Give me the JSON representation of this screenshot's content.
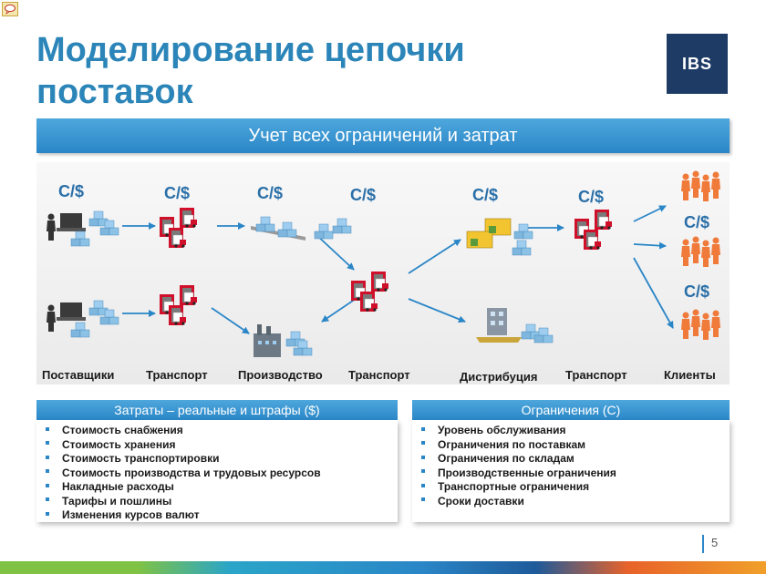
{
  "title": "Моделирование цепочки поставок",
  "logo": {
    "text": "IBS",
    "color": "#1e3b66"
  },
  "banner": "Учет всех ограничений и затрат",
  "colors": {
    "accent": "#2a86c7",
    "title": "#2b85b8",
    "truck": "#d0102a",
    "customers": "#f07a3a"
  },
  "diagram": {
    "cost_label": "C/$",
    "stages": [
      "Поставщики",
      "Транспорт",
      "Производство",
      "Транспорт",
      "Дистрибуция",
      "Транспорт",
      "Клиенты"
    ]
  },
  "costs_panel": {
    "title": "Затраты – реальные и штрафы ($)",
    "items": [
      "Стоимость снабжения",
      "Стоимость хранения",
      "Стоимость транспортировки",
      "Стоимость производства и трудовых ресурсов",
      "Накладные расходы",
      "Тарифы и пошлины",
      "Изменения курсов валют"
    ]
  },
  "limits_panel": {
    "title": "Ограничения (С)",
    "items": [
      "Уровень обслуживания",
      "Ограничения по поставкам",
      "Ограничения по складам",
      "Производственные ограничения",
      "Транспортные ограничения",
      "Сроки доставки"
    ]
  },
  "page_number": "5"
}
